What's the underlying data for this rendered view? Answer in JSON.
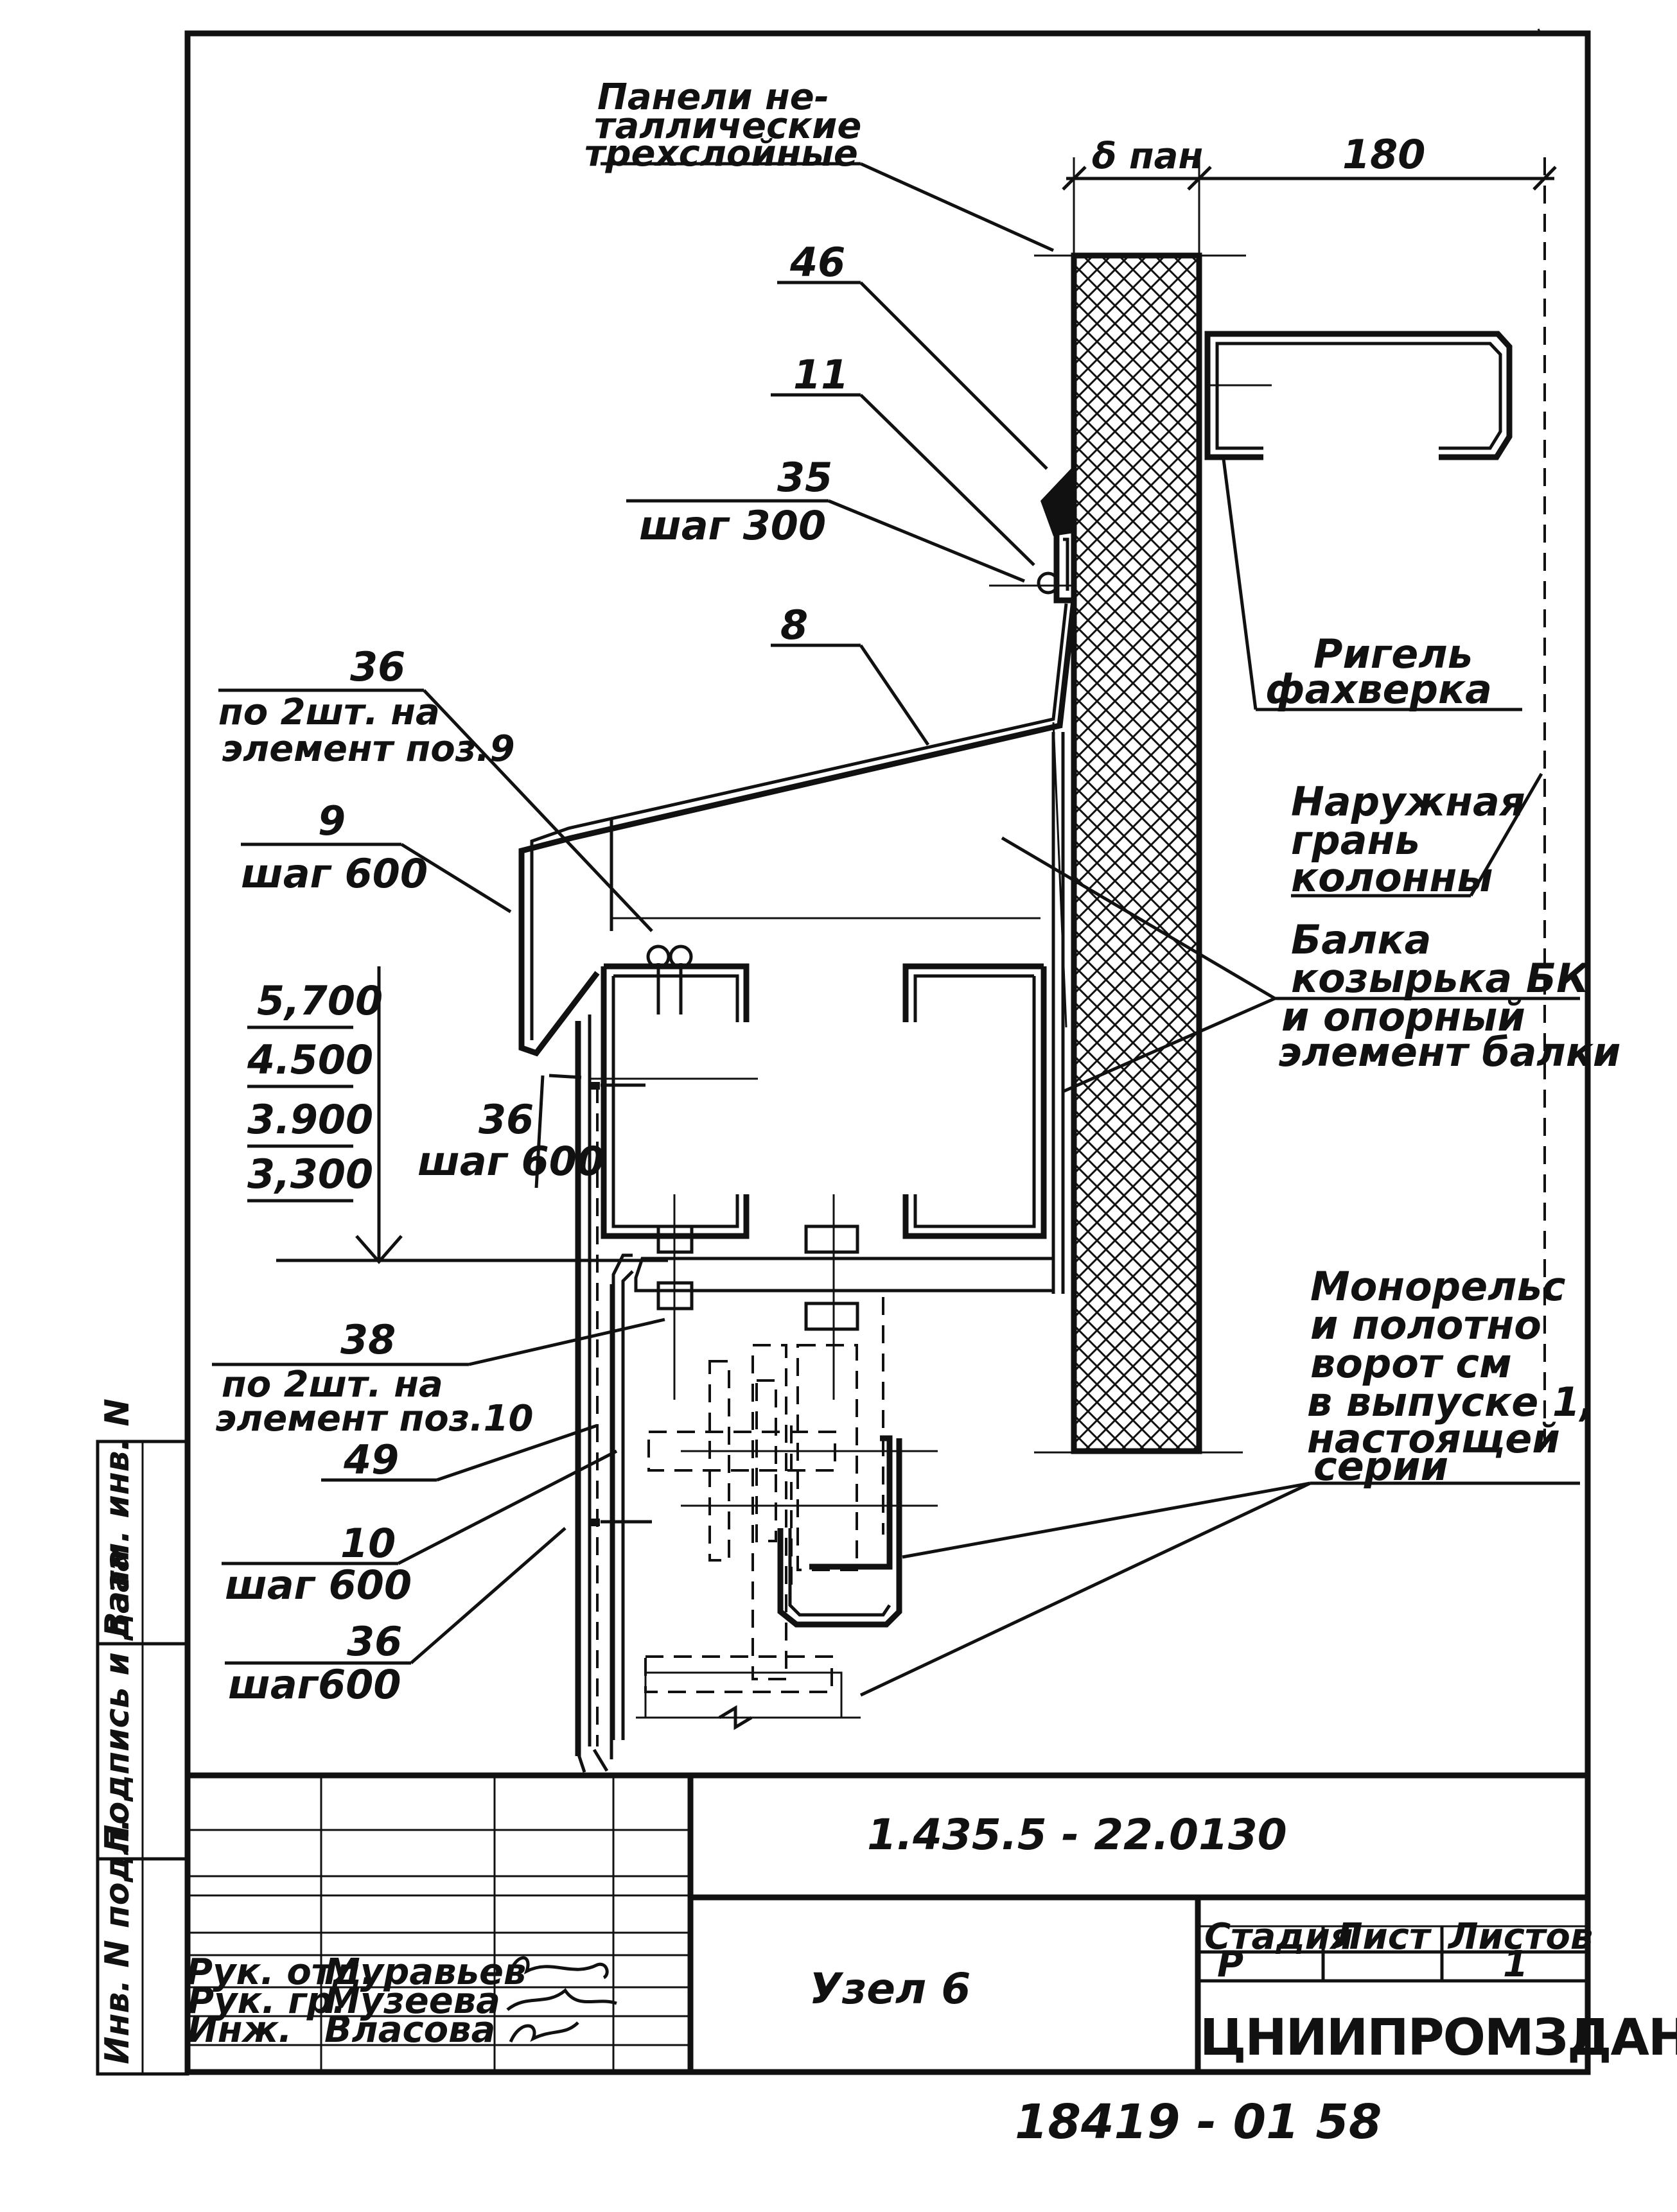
{
  "labels": {
    "panels": [
      "Панели не-",
      "таллические",
      "трехслойные"
    ],
    "dim_panel": "δ пан",
    "dim_180": "180",
    "pos_46": "46",
    "pos_11": "11",
    "pos_35": "35",
    "step_300": "шаг 300",
    "pos_8": "8",
    "pos_36_top": "36",
    "per_9": [
      "по 2шт. на",
      "элемент поз.9"
    ],
    "pos_9": "9",
    "step_600_a": "шаг 600",
    "ht_1": "5,700",
    "ht_2": "4.500",
    "ht_3": "3.900",
    "ht_4": "3,300",
    "pos_36_mid": "36",
    "step_600_b": "шаг 600",
    "pos_38": "38",
    "per_10": [
      "по 2шт. на",
      "элемент поз.10"
    ],
    "pos_49": "49",
    "pos_10": "10",
    "step_600_c": "шаг 600",
    "pos_36_bot": "36",
    "step_600_d": "шаг600",
    "rigel": [
      "Ригель",
      "фахверка"
    ],
    "column": [
      "Наружная",
      "грань",
      "колонны"
    ],
    "beam": [
      "Балка",
      "козырька БК",
      "и опорный",
      "элемент балки"
    ],
    "monorail": [
      "Монорельс",
      "и полотно",
      "ворот см",
      "в выпуске 1,",
      "настоящей",
      "серии"
    ]
  },
  "title_block": {
    "doc_code": "1.435.5 - 22.0130",
    "node_name": "Узел 6",
    "stage_hdr": "Стадия",
    "sheet_hdr": "Лист",
    "sheets_hdr": "Листов",
    "stage": "Р",
    "sheets": "1",
    "org": "ЦНИИПРОМЗДАНИЙ",
    "roles": [
      "Рук. отд.",
      "Рук. гр.",
      "Инж."
    ],
    "names": [
      "Муравьев",
      "Музеева",
      "Власова"
    ],
    "side_cells": [
      "Инв. N подл.",
      "Подпись и дата",
      "Взам. инв. N"
    ]
  },
  "bottom_number": "18419 - 01 58"
}
